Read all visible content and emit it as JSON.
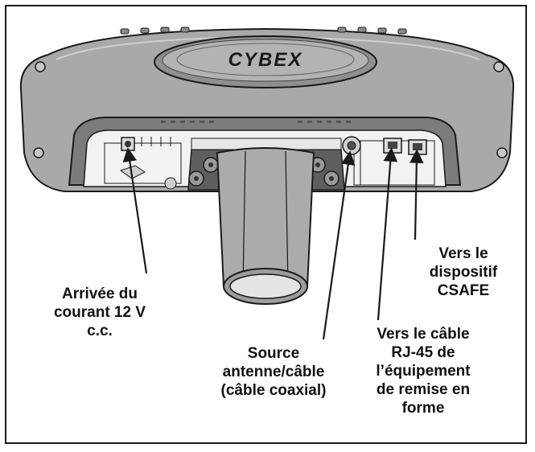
{
  "brand": {
    "logo_text": "CYBEX"
  },
  "colors": {
    "housing": "#a9a9a9",
    "housing_dark": "#6f6f6f",
    "outline": "#1a1a1a",
    "panel": "#f2f2f2"
  },
  "callouts": {
    "power": {
      "lines": [
        "Arrivée du",
        "courant 12 V",
        "c.c."
      ]
    },
    "antenna": {
      "lines": [
        "Source",
        "antenne/câble",
        "(câble coaxial)"
      ]
    },
    "rj45": {
      "lines": [
        "Vers le câble",
        "RJ-45 de",
        "l’équipement",
        "de remise en",
        "forme"
      ]
    },
    "csafe": {
      "lines": [
        "Vers le",
        "dispositif",
        "CSAFE"
      ]
    }
  }
}
